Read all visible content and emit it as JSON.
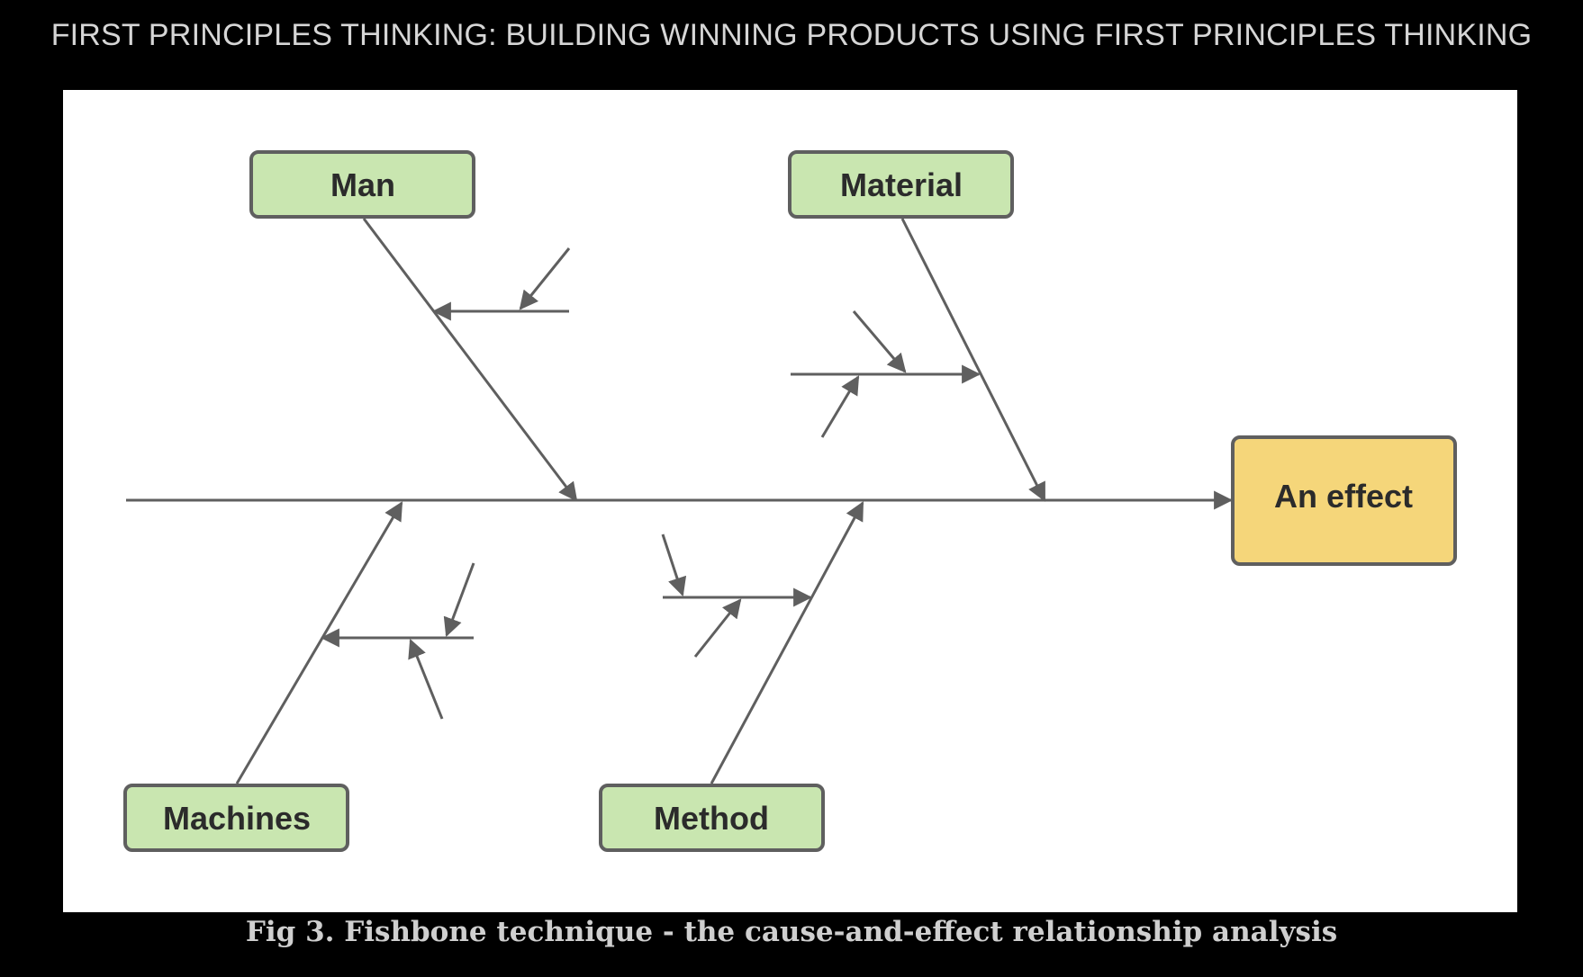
{
  "header": {
    "title": "FIRST PRINCIPLES THINKING: BUILDING WINNING PRODUCTS USING FIRST PRINCIPLES THINKING"
  },
  "diagram": {
    "categories": {
      "man": "Man",
      "material": "Material",
      "machines": "Machines",
      "method": "Method"
    },
    "effect": "An effect",
    "colors": {
      "cause_fill": "#c9e6b0",
      "effect_fill": "#f5d67a",
      "stroke": "#5f5f5f"
    }
  },
  "caption": "Fig 3. Fishbone technique - the cause-and-effect relationship analysis"
}
